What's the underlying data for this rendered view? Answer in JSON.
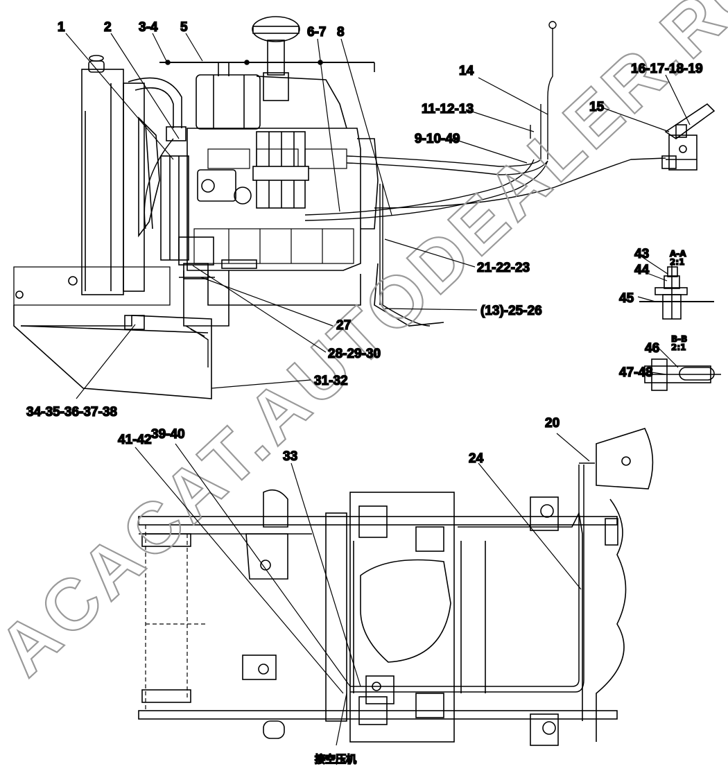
{
  "watermark": "ACACAT.AUTODEALER.RU",
  "callouts": {
    "c1": "1",
    "c2": "2",
    "c3_4": "3-4",
    "c5": "5",
    "c6_7": "6-7",
    "c8": "8",
    "c14": "14",
    "c11_12_13": "11-12-13",
    "c9_10_49": "9-10-49",
    "c16_19": "16-17-18-19",
    "c15": "15",
    "c43": "43",
    "c44": "44",
    "c45": "45",
    "c46": "46",
    "c47_48": "47-48",
    "c21_23": "21-22-23",
    "c13_25_26": "(13)-25-26",
    "c27": "27",
    "c28_30": "28-29-30",
    "c31_32": "31-32",
    "c34_38": "34-35-36-37-38",
    "c41_42": "41-42",
    "c39_40": "39-40",
    "c33": "33",
    "c20": "20",
    "c24": "24"
  },
  "section_labels": {
    "aa_top": "A-A",
    "aa_bottom": "2:1",
    "bb_top": "B-B",
    "bb_bottom": "2:1"
  },
  "bottom_note": "接空压机"
}
